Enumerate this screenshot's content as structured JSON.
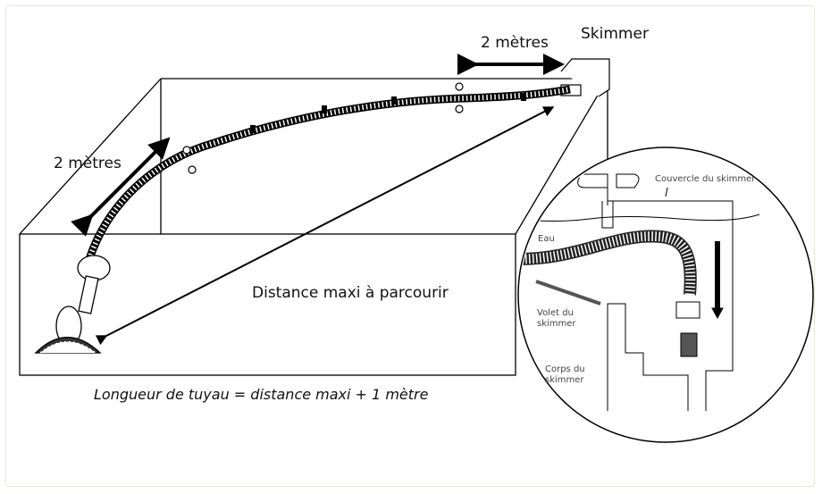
{
  "labels": {
    "top_distance": "2 mètres",
    "skimmer": "Skimmer",
    "left_distance": "2 mètres",
    "max_distance": "Distance maxi à parcourir",
    "hose_formula": "Longueur de tuyau = distance maxi + 1 mètre"
  },
  "detail": {
    "lid": "Couvercle du skimmer",
    "water": "Eau",
    "flap_line1": "Volet du",
    "flap_line2": "skimmer",
    "body_line1": "Corps du",
    "body_line2": "skimmer"
  }
}
